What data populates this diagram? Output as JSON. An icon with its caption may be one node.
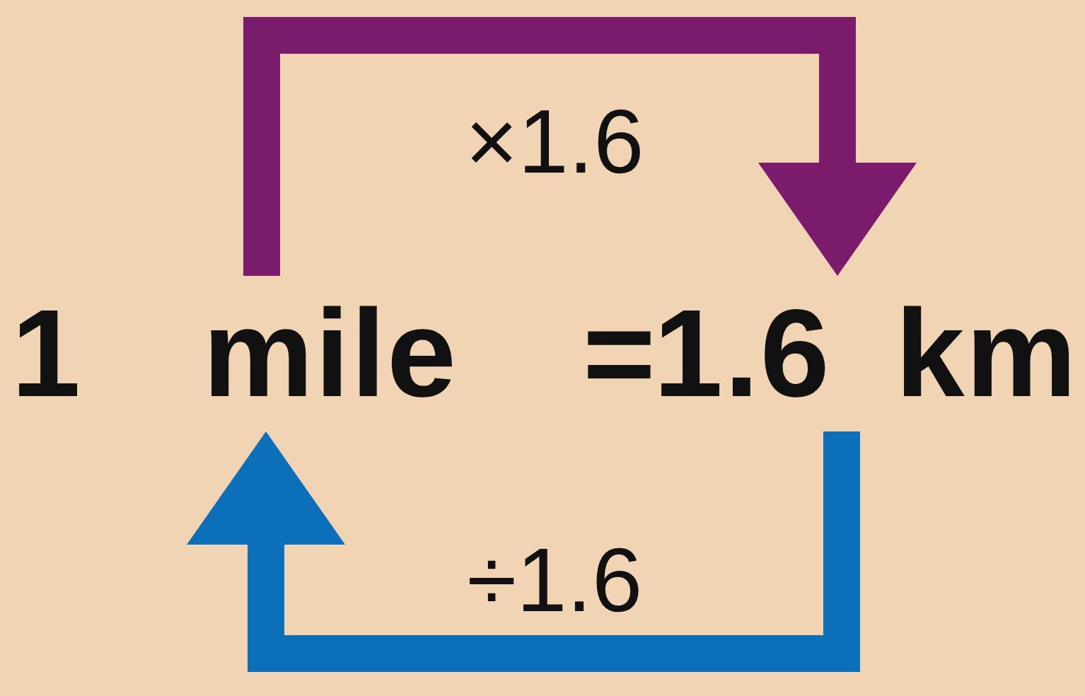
{
  "diagram": {
    "nodes": [
      {
        "text": [
          "1 mile"
        ]
      },
      {
        "text": [
          "1.6 km"
        ]
      }
    ],
    "edges": [
      {
        "from": 0,
        "to": 1,
        "arrow": "to",
        "label": "×1.6",
        "color": "#7b1b6c"
      },
      {
        "from": 1,
        "to": 0,
        "arrow": "to",
        "label": "÷1.6",
        "color": "#0b6fb9"
      }
    ],
    "labels": [
      "="
    ]
  }
}
